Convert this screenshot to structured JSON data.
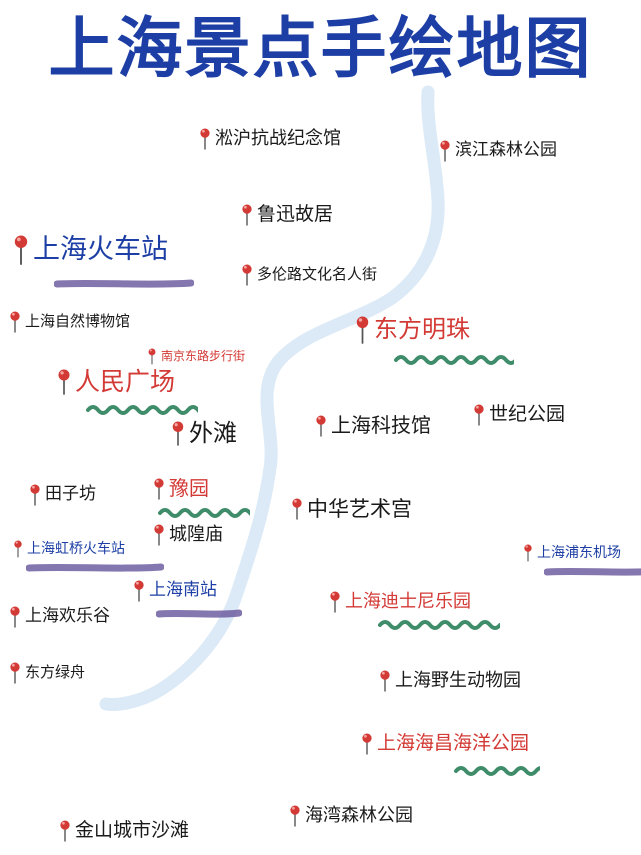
{
  "title": "上海景点手绘地图",
  "colors": {
    "title": "#1d3fa5",
    "river": "#dbeaf6",
    "pin": "#d33a35",
    "label_dark": "#1a1a1a",
    "label_blue": "#1d3fa5",
    "label_red": "#d33a35",
    "underline_purple": "#6f5ea0",
    "underline_green": "#3f8c6a"
  },
  "icons": {
    "pin": "map-pin-icon",
    "river": "huangpu-river"
  },
  "spots": [
    {
      "label": "淞沪抗战纪念馆",
      "style": "dark"
    },
    {
      "label": "滨江森林公园",
      "style": "dark"
    },
    {
      "label": "鲁迅故居",
      "style": "dark"
    },
    {
      "label": "上海火车站",
      "style": "blue",
      "underline": "purple"
    },
    {
      "label": "多伦路文化名人街",
      "style": "dark"
    },
    {
      "label": "上海自然博物馆",
      "style": "dark"
    },
    {
      "label": "东方明珠",
      "style": "red",
      "underline": "green-wave"
    },
    {
      "label": "南京东路步行街",
      "style": "red"
    },
    {
      "label": "人民广场",
      "style": "red",
      "underline": "green-wave"
    },
    {
      "label": "外滩",
      "style": "dark"
    },
    {
      "label": "上海科技馆",
      "style": "dark"
    },
    {
      "label": "世纪公园",
      "style": "dark"
    },
    {
      "label": "田子坊",
      "style": "dark"
    },
    {
      "label": "豫园",
      "style": "red",
      "underline": "green-wave"
    },
    {
      "label": "中华艺术宫",
      "style": "dark"
    },
    {
      "label": "城隍庙",
      "style": "dark"
    },
    {
      "label": "上海虹桥火车站",
      "style": "blue",
      "underline": "purple"
    },
    {
      "label": "上海浦东机场",
      "style": "blue",
      "underline": "purple"
    },
    {
      "label": "上海南站",
      "style": "blue",
      "underline": "purple"
    },
    {
      "label": "上海欢乐谷",
      "style": "dark"
    },
    {
      "label": "上海迪士尼乐园",
      "style": "red",
      "underline": "green-wave"
    },
    {
      "label": "东方绿舟",
      "style": "dark"
    },
    {
      "label": "上海野生动物园",
      "style": "dark"
    },
    {
      "label": "上海海昌海洋公园",
      "style": "red",
      "underline": "green-wave"
    },
    {
      "label": "海湾森林公园",
      "style": "dark"
    },
    {
      "label": "金山城市沙滩",
      "style": "dark"
    }
  ]
}
